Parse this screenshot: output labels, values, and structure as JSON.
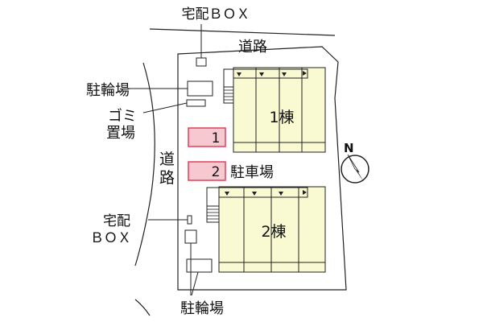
{
  "labels": {
    "takuhai_box_top": "宅配ＢＯＸ",
    "road_top": "道路",
    "chuurinjo_top": "駐輪場",
    "gomi_line1": "ゴミ",
    "gomi_line2": "置場",
    "road_left_1": "道",
    "road_left_2": "路",
    "takuhai_left_1": "宅配",
    "takuhai_left_2": "ＢＯＸ",
    "chuurinjo_bottom": "駐輪場",
    "parking": "駐車場",
    "building1": "1棟",
    "building2": "2棟",
    "space1": "1",
    "space2": "2",
    "compass_n": "N"
  },
  "colors": {
    "building_fill": "#fafad2",
    "parking_fill": "#f8c8d0",
    "parking_stroke": "#e0405a",
    "line": "#222222"
  }
}
